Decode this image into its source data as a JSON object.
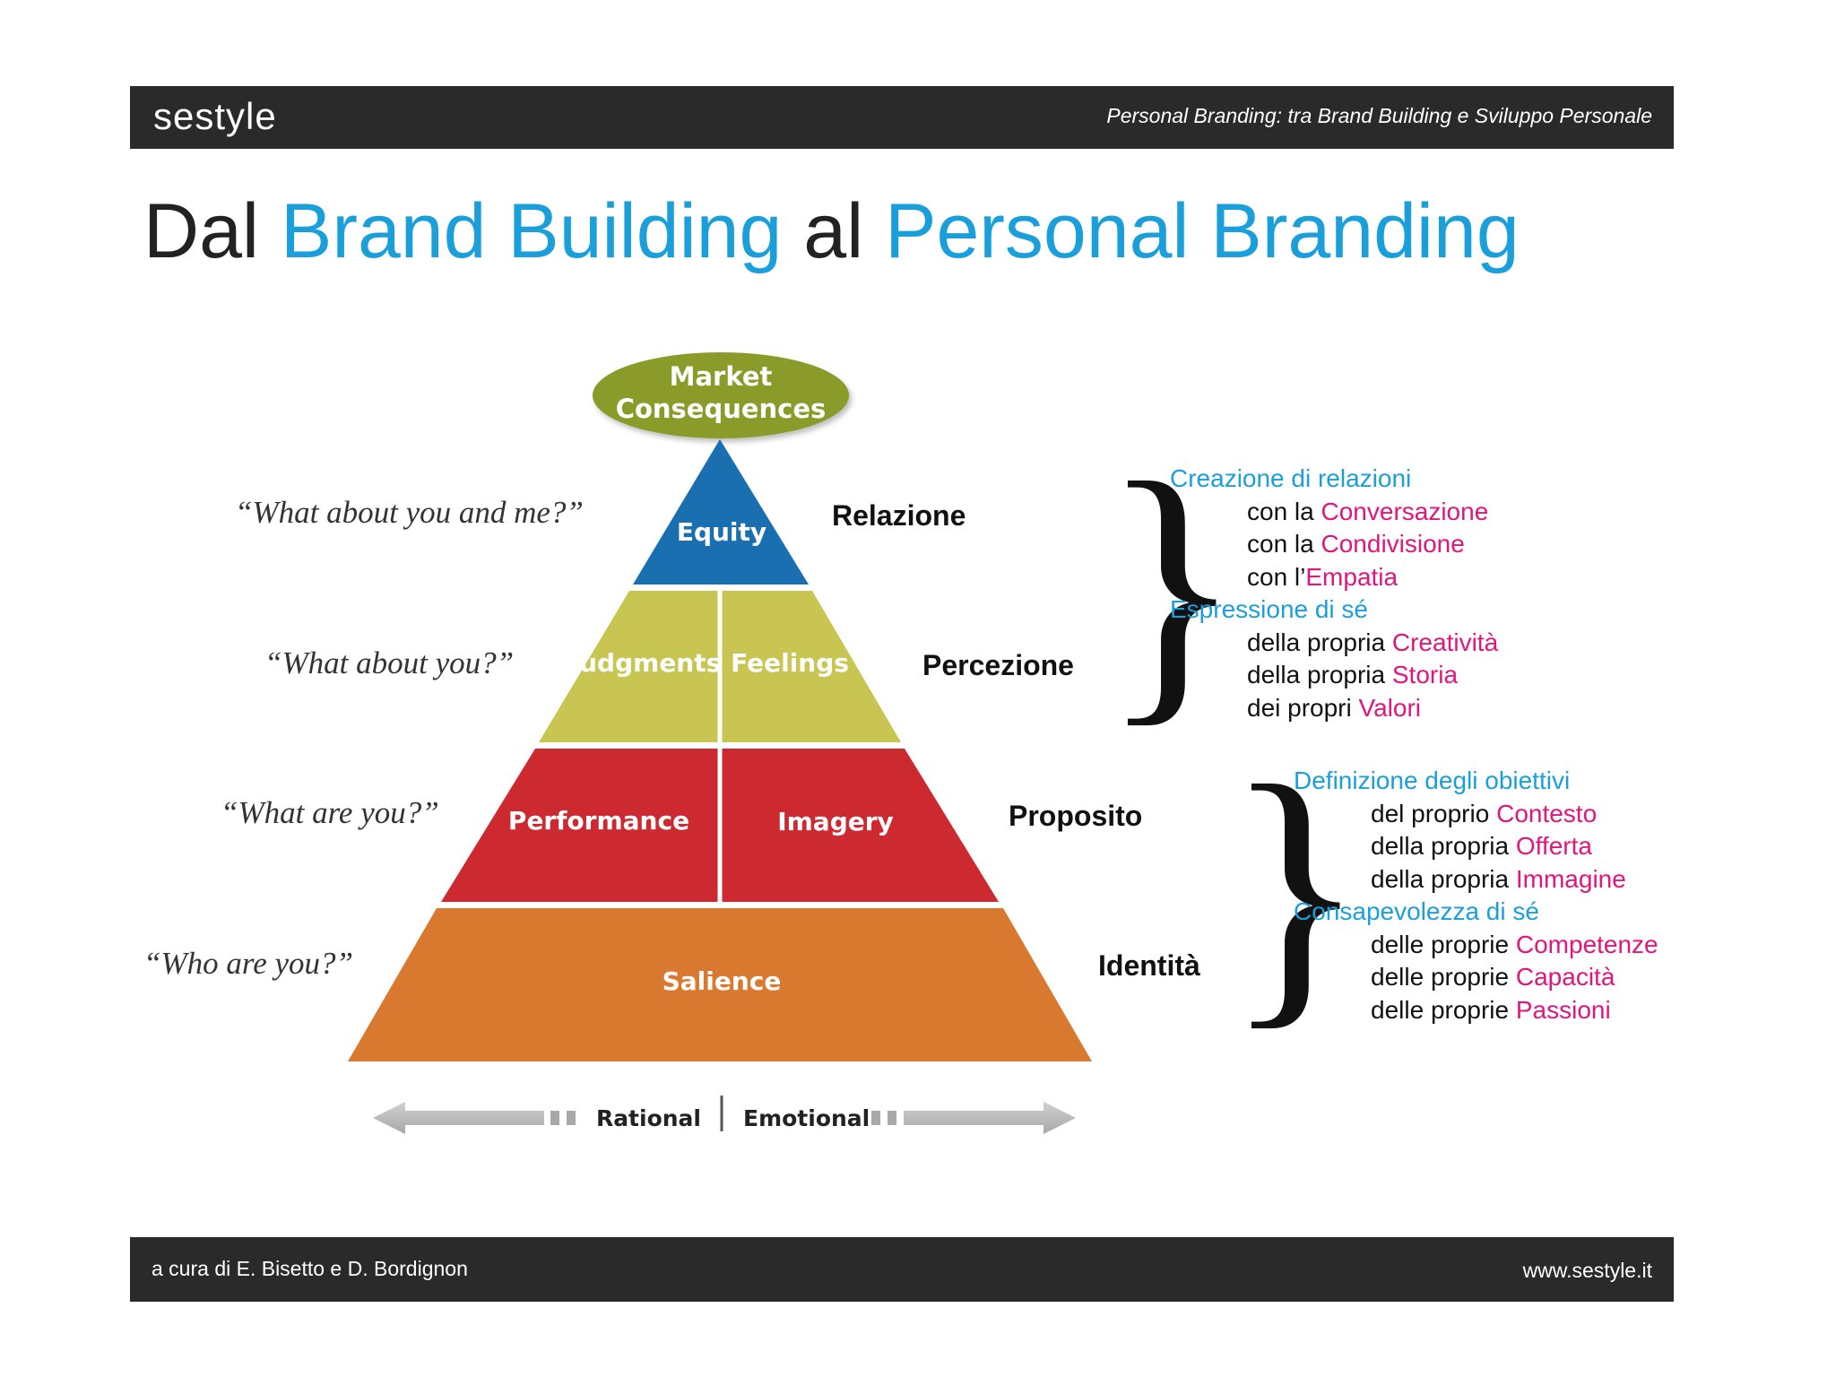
{
  "header": {
    "logo": "sestyle",
    "subtitle": "Personal Branding: tra Brand Building e Sviluppo Personale"
  },
  "title": {
    "part1": "Dal",
    "part2": "Brand Building",
    "part3": "al",
    "part4": "Personal Branding"
  },
  "pyramid": {
    "top": [
      "Market",
      "Consequences"
    ],
    "equity": "Equity",
    "judgments": "Judgments",
    "feelings": "Feelings",
    "performance": "Performance",
    "imagery": "Imagery",
    "salience": "Salience",
    "rational": "Rational",
    "emotional": "Emotional"
  },
  "questions": [
    "“What about you and me?”",
    "“What about you?”",
    "“What are you?”",
    "“Who are you?”"
  ],
  "levels": [
    "Relazione",
    "Percezione",
    "Proposito",
    "Identità"
  ],
  "list1": {
    "head1": "Creazione di relazioni",
    "items1": [
      {
        "pre": "con la ",
        "hl": "Conversazione"
      },
      {
        "pre": "con la ",
        "hl": "Condivisione"
      },
      {
        "pre": "con l’",
        "hl": "Empatia"
      }
    ],
    "head2": "Espressione di sé",
    "items2": [
      {
        "pre": "della propria ",
        "hl": "Creatività"
      },
      {
        "pre": "della propria ",
        "hl": "Storia"
      },
      {
        "pre": "dei propri ",
        "hl": "Valori"
      }
    ]
  },
  "list2": {
    "head1": "Definizione degli obiettivi",
    "items1": [
      {
        "pre": "del proprio ",
        "hl": "Contesto"
      },
      {
        "pre": "della propria ",
        "hl": "Offerta"
      },
      {
        "pre": "della propria ",
        "hl": "Immagine"
      }
    ],
    "head2": "Consapevolezza di sé",
    "items2": [
      {
        "pre": "delle proprie ",
        "hl": "Competenze"
      },
      {
        "pre": "delle proprie ",
        "hl": "Capacità"
      },
      {
        "pre": "delle proprie ",
        "hl": "Passioni"
      }
    ]
  },
  "footer": {
    "credit": "a cura di E. Bisetto e D. Bordignon",
    "url": "www.sestyle.it"
  },
  "colors": {
    "accent_blue": "#1a9fdb",
    "highlight_pink": "#e0157f",
    "equity": "#1a6fb0",
    "percezione": "#c9c553",
    "proposito": "#cc2a30",
    "salience": "#d9782f",
    "market": "#8a9b2c"
  }
}
